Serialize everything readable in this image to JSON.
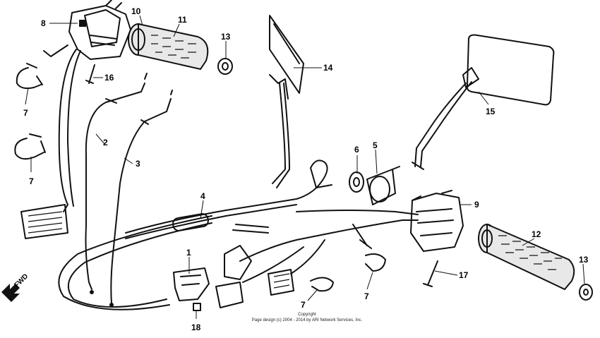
{
  "labels": {
    "p1": "1",
    "p2": "2",
    "p3": "3",
    "p4": "4",
    "p5": "5",
    "p6": "6",
    "p7a": "7",
    "p7b": "7",
    "p7c": "7",
    "p7d": "7",
    "p8": "8",
    "p9": "9",
    "p10": "10",
    "p11": "11",
    "p12": "12",
    "p13a": "13",
    "p13b": "13",
    "p14": "14",
    "p15": "15",
    "p16": "16",
    "p17": "17",
    "p18": "18"
  },
  "direction": "FWD",
  "copyright": {
    "line1": "Copyright",
    "line2": "Page design (c) 2004 - 2014 by ARI Network Services, Inc."
  }
}
